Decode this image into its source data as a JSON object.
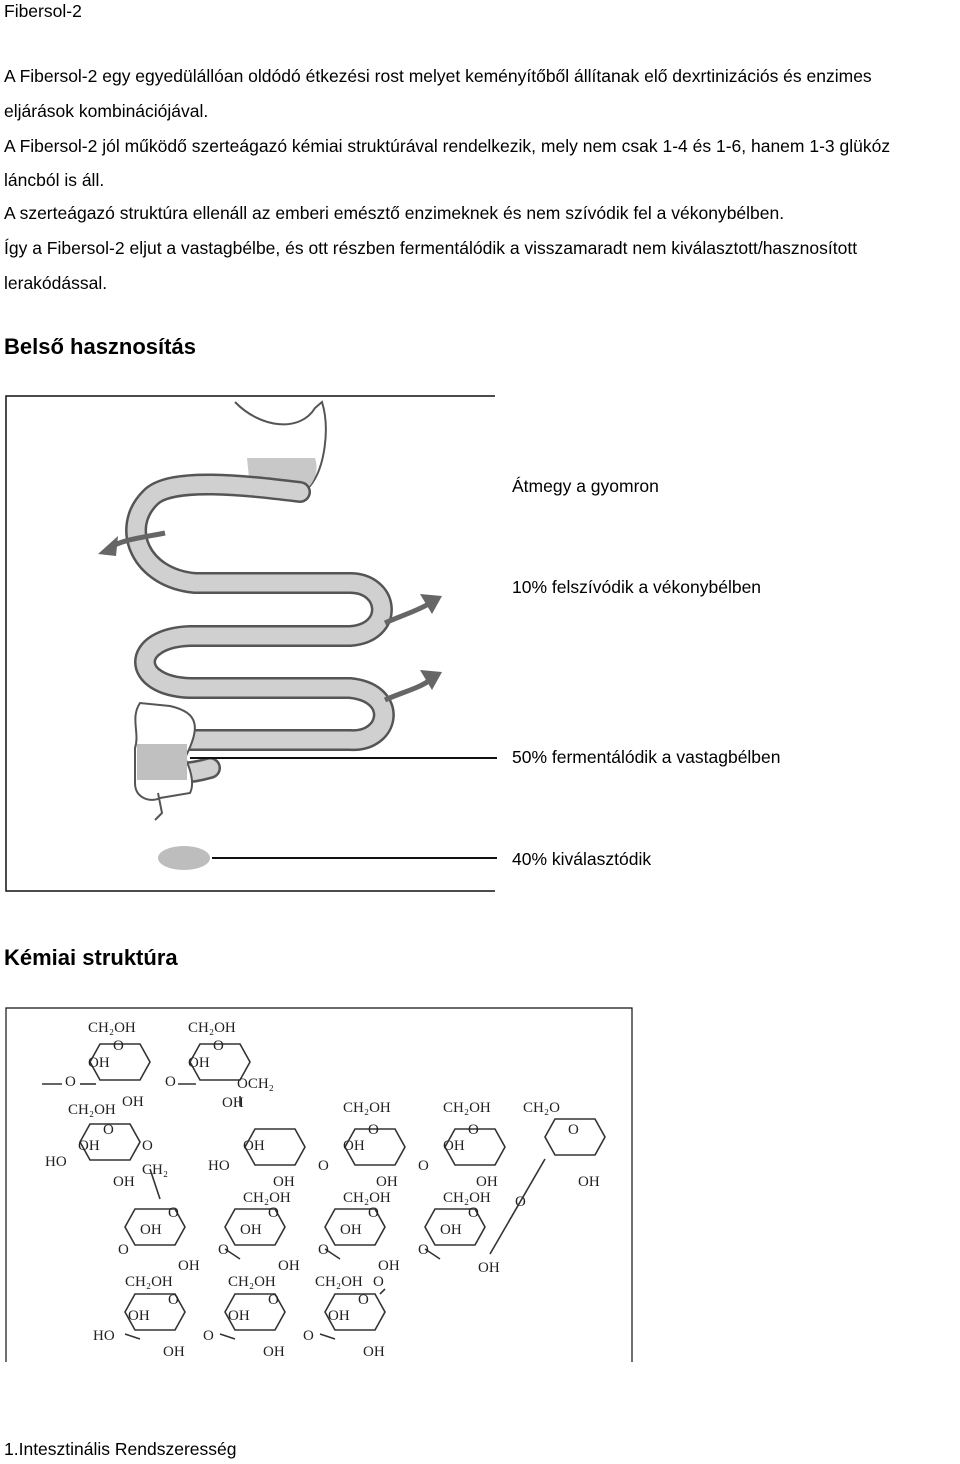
{
  "doc_title": "Fibersol-2",
  "paragraphs": [
    "A Fibersol-2 egy egyedülállóan oldódó étkezési rost melyet keményítőből állítanak elő dexrtinizációs és enzimes",
    "eljárások kombinációjával.",
    "A Fibersol-2 jól működő szerteágazó kémiai struktúrával rendelkezik, mely nem csak 1-4 és 1-6, hanem 1-3 glükóz",
    "láncból is áll.",
    "A szerteágazó struktúra ellenáll az emberi emésztő enzimeknek és nem szívódik fel a vékonybélben.",
    "Így a Fibersol-2 eljut a vastagbélbe, és ott részben fermentálódik a visszamaradt nem kiválasztott/hasznosított",
    "lerakódással."
  ],
  "section1": {
    "heading": "Belső hasznosítás",
    "labels": [
      "Átmegy a gyomron",
      "10% felszívódik a vékonybélben",
      "50% fermentálódik a vastagbélben",
      "40% kiválasztódik"
    ]
  },
  "section2": {
    "heading": "Kémiai struktúra",
    "chem_labels": {
      "ch2oh": "CH₂OH",
      "o": "O",
      "oh": "OH",
      "ho": "HO",
      "och2": "OCH₂",
      "ch2": "CH₂",
      "ch2o": "CH₂O"
    }
  },
  "footer": "1.Intesztinális Rendszeresség"
}
